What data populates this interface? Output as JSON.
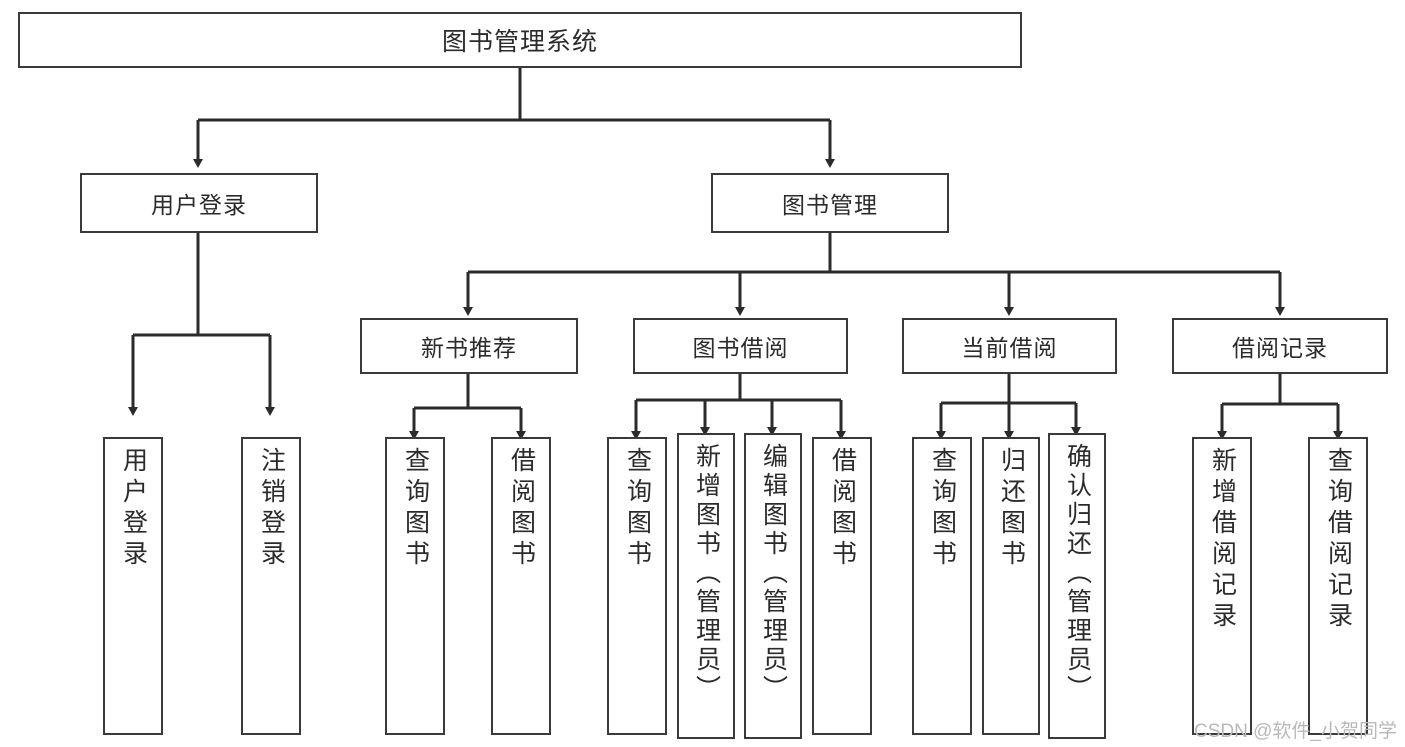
{
  "diagram": {
    "title": "图书管理系统",
    "type": "tree",
    "watermark": "CSDN @软件_小贺同学",
    "colors": {
      "border": "#3a3a3a",
      "text": "#2b2b2b",
      "background": "#ffffff",
      "edge": "#2b2b2b",
      "watermark": "#b9b9b9"
    },
    "root": {
      "label": "图书管理系统"
    },
    "level1": [
      {
        "label": "用户登录"
      },
      {
        "label": "图书管理"
      }
    ],
    "level2": [
      {
        "label": "新书推荐"
      },
      {
        "label": "图书借阅"
      },
      {
        "label": "当前借阅"
      },
      {
        "label": "借阅记录"
      }
    ],
    "leaves": {
      "user_login": [
        {
          "label": "用户登录"
        },
        {
          "label": "注销登录"
        }
      ],
      "new_book": [
        {
          "label": "查询图书"
        },
        {
          "label": "借阅图书"
        }
      ],
      "book_borrow": [
        {
          "label": "查询图书"
        },
        {
          "label": "新增图书（管理员）"
        },
        {
          "label": "编辑图书（管理员）"
        },
        {
          "label": "借阅图书"
        }
      ],
      "current_borrow": [
        {
          "label": "查询图书"
        },
        {
          "label": "归还图书"
        },
        {
          "label": "确认归还（管理员）"
        }
      ],
      "borrow_record": [
        {
          "label": "新增借阅记录"
        },
        {
          "label": "查询借阅记录"
        }
      ]
    }
  }
}
